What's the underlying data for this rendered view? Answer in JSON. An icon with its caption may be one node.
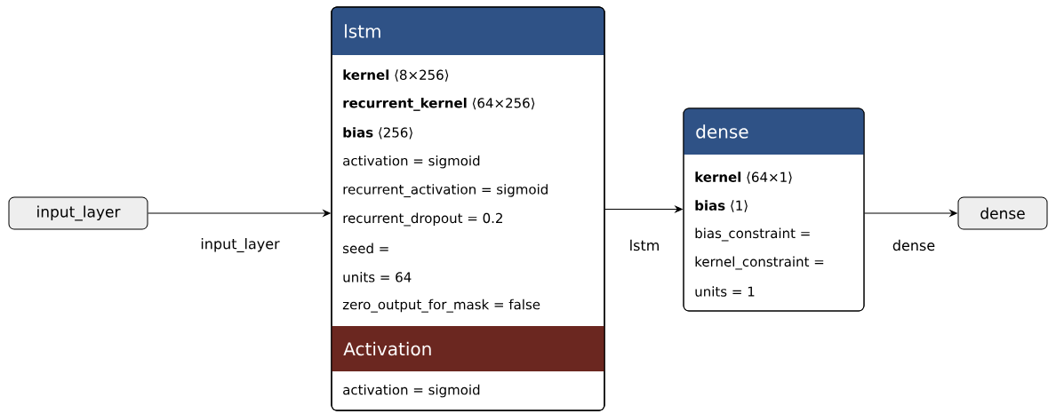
{
  "diagram": {
    "nodes": [
      {
        "text": [
          "input_layer"
        ]
      },
      {
        "text": [
          "lstm",
          "**kernel** ⟨8×256⟩",
          "**recurrent_kernel** ⟨64×256⟩",
          "**bias** ⟨256⟩",
          "activation = sigmoid",
          "recurrent_activation = sigmoid",
          "recurrent_dropout = 0.2",
          "seed =",
          "units = 64",
          "zero_output_for_mask = false"
        ]
      },
      {
        "text": [
          "Activation",
          "activation = sigmoid"
        ],
        "in": 1
      },
      {
        "text": [
          "dense",
          "**kernel** ⟨64×1⟩",
          "**bias** ⟨1⟩",
          "bias_constraint =",
          "kernel_constraint =",
          "units = 1"
        ]
      },
      {
        "text": [
          "dense"
        ]
      }
    ],
    "edges": [
      {
        "from": 0,
        "to": 1,
        "arrow": "to",
        "label": "input_layer"
      },
      {
        "from": 1,
        "to": 3,
        "arrow": "to",
        "label": "lstm"
      },
      {
        "from": 3,
        "to": 4,
        "arrow": "to",
        "label": "dense"
      }
    ]
  }
}
